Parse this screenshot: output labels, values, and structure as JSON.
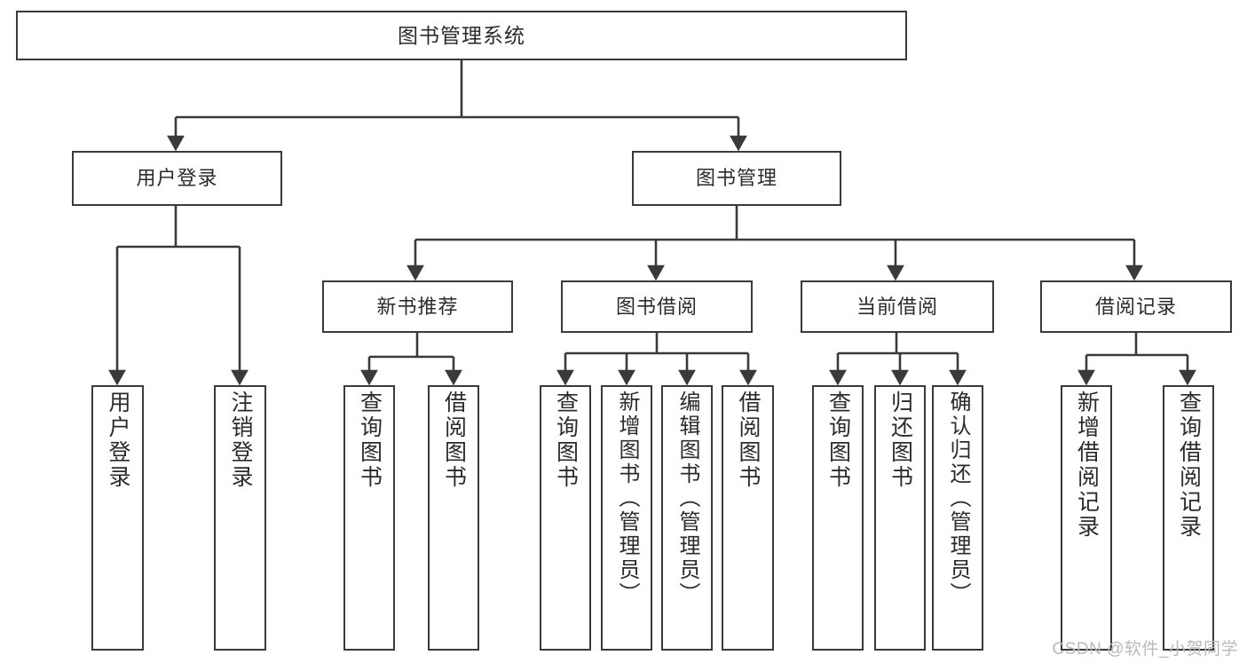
{
  "diagram": {
    "title": "图书管理系统",
    "watermark": "CSDN @软件_小贺同学",
    "colors": {
      "stroke": "#3a3a3a",
      "box_fill": "#ffffff",
      "text": "#2b2b2b",
      "background": "#ffffff",
      "watermark": "#b9b9b9"
    },
    "root": {
      "label": "图书管理系统"
    },
    "level2": [
      {
        "label": "用户登录"
      },
      {
        "label": "图书管理"
      }
    ],
    "level3": [
      {
        "label": "新书推荐"
      },
      {
        "label": "图书借阅"
      },
      {
        "label": "当前借阅"
      },
      {
        "label": "借阅记录"
      }
    ],
    "leaves": {
      "user_login": [
        {
          "label": "用户登录"
        },
        {
          "label": "注销登录"
        }
      ],
      "new_book_recommend": [
        {
          "label": "查询图书"
        },
        {
          "label": "借阅图书"
        }
      ],
      "book_borrow": [
        {
          "label": "查询图书"
        },
        {
          "label": "新增图书（管理员）"
        },
        {
          "label": "编辑图书（管理员）"
        },
        {
          "label": "借阅图书"
        }
      ],
      "current_borrow": [
        {
          "label": "查询图书"
        },
        {
          "label": "归还图书"
        },
        {
          "label": "确认归还（管理员）"
        }
      ],
      "borrow_records": [
        {
          "label": "新增借阅记录"
        },
        {
          "label": "查询借阅记录"
        }
      ]
    }
  }
}
